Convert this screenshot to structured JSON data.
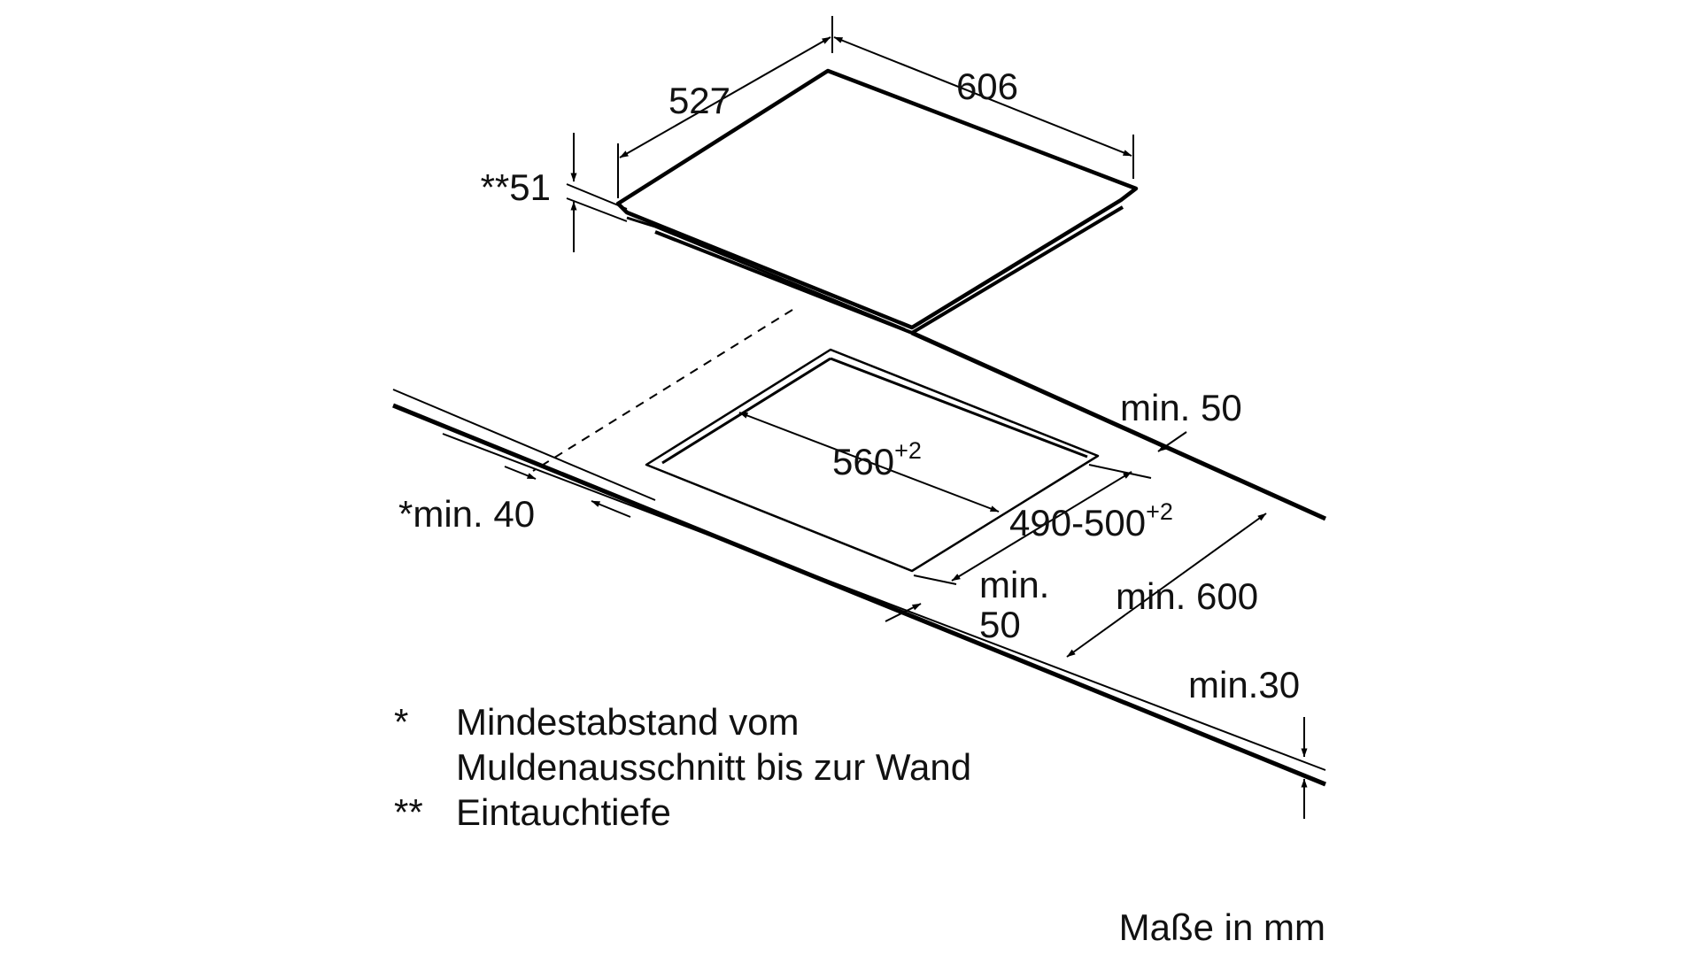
{
  "dimensions": {
    "hob_depth": "527",
    "hob_width": "606",
    "immersion_depth_mark": "**",
    "immersion_depth": "51",
    "distance_to_back_edge": "min. 50",
    "cutout_width": "560",
    "cutout_width_tolerance": "+2",
    "wall_distance_mark": "*",
    "wall_distance": "min. 40",
    "cutout_depth": "490-500",
    "cutout_depth_tolerance": "+2",
    "distance_to_front_edge_line1": "min.",
    "distance_to_front_edge_line2": "50",
    "worktop_depth": "min. 600",
    "worktop_thickness": "min.30"
  },
  "notes": [
    {
      "mark": "*",
      "lines": [
        "Mindestabstand vom",
        "Muldenausschnitt bis zur Wand"
      ]
    },
    {
      "mark": "**",
      "lines": [
        "Eintauchtiefe"
      ]
    }
  ],
  "units_note": "Maße in mm",
  "colors": {
    "ink": "#000000",
    "background": "#ffffff"
  }
}
